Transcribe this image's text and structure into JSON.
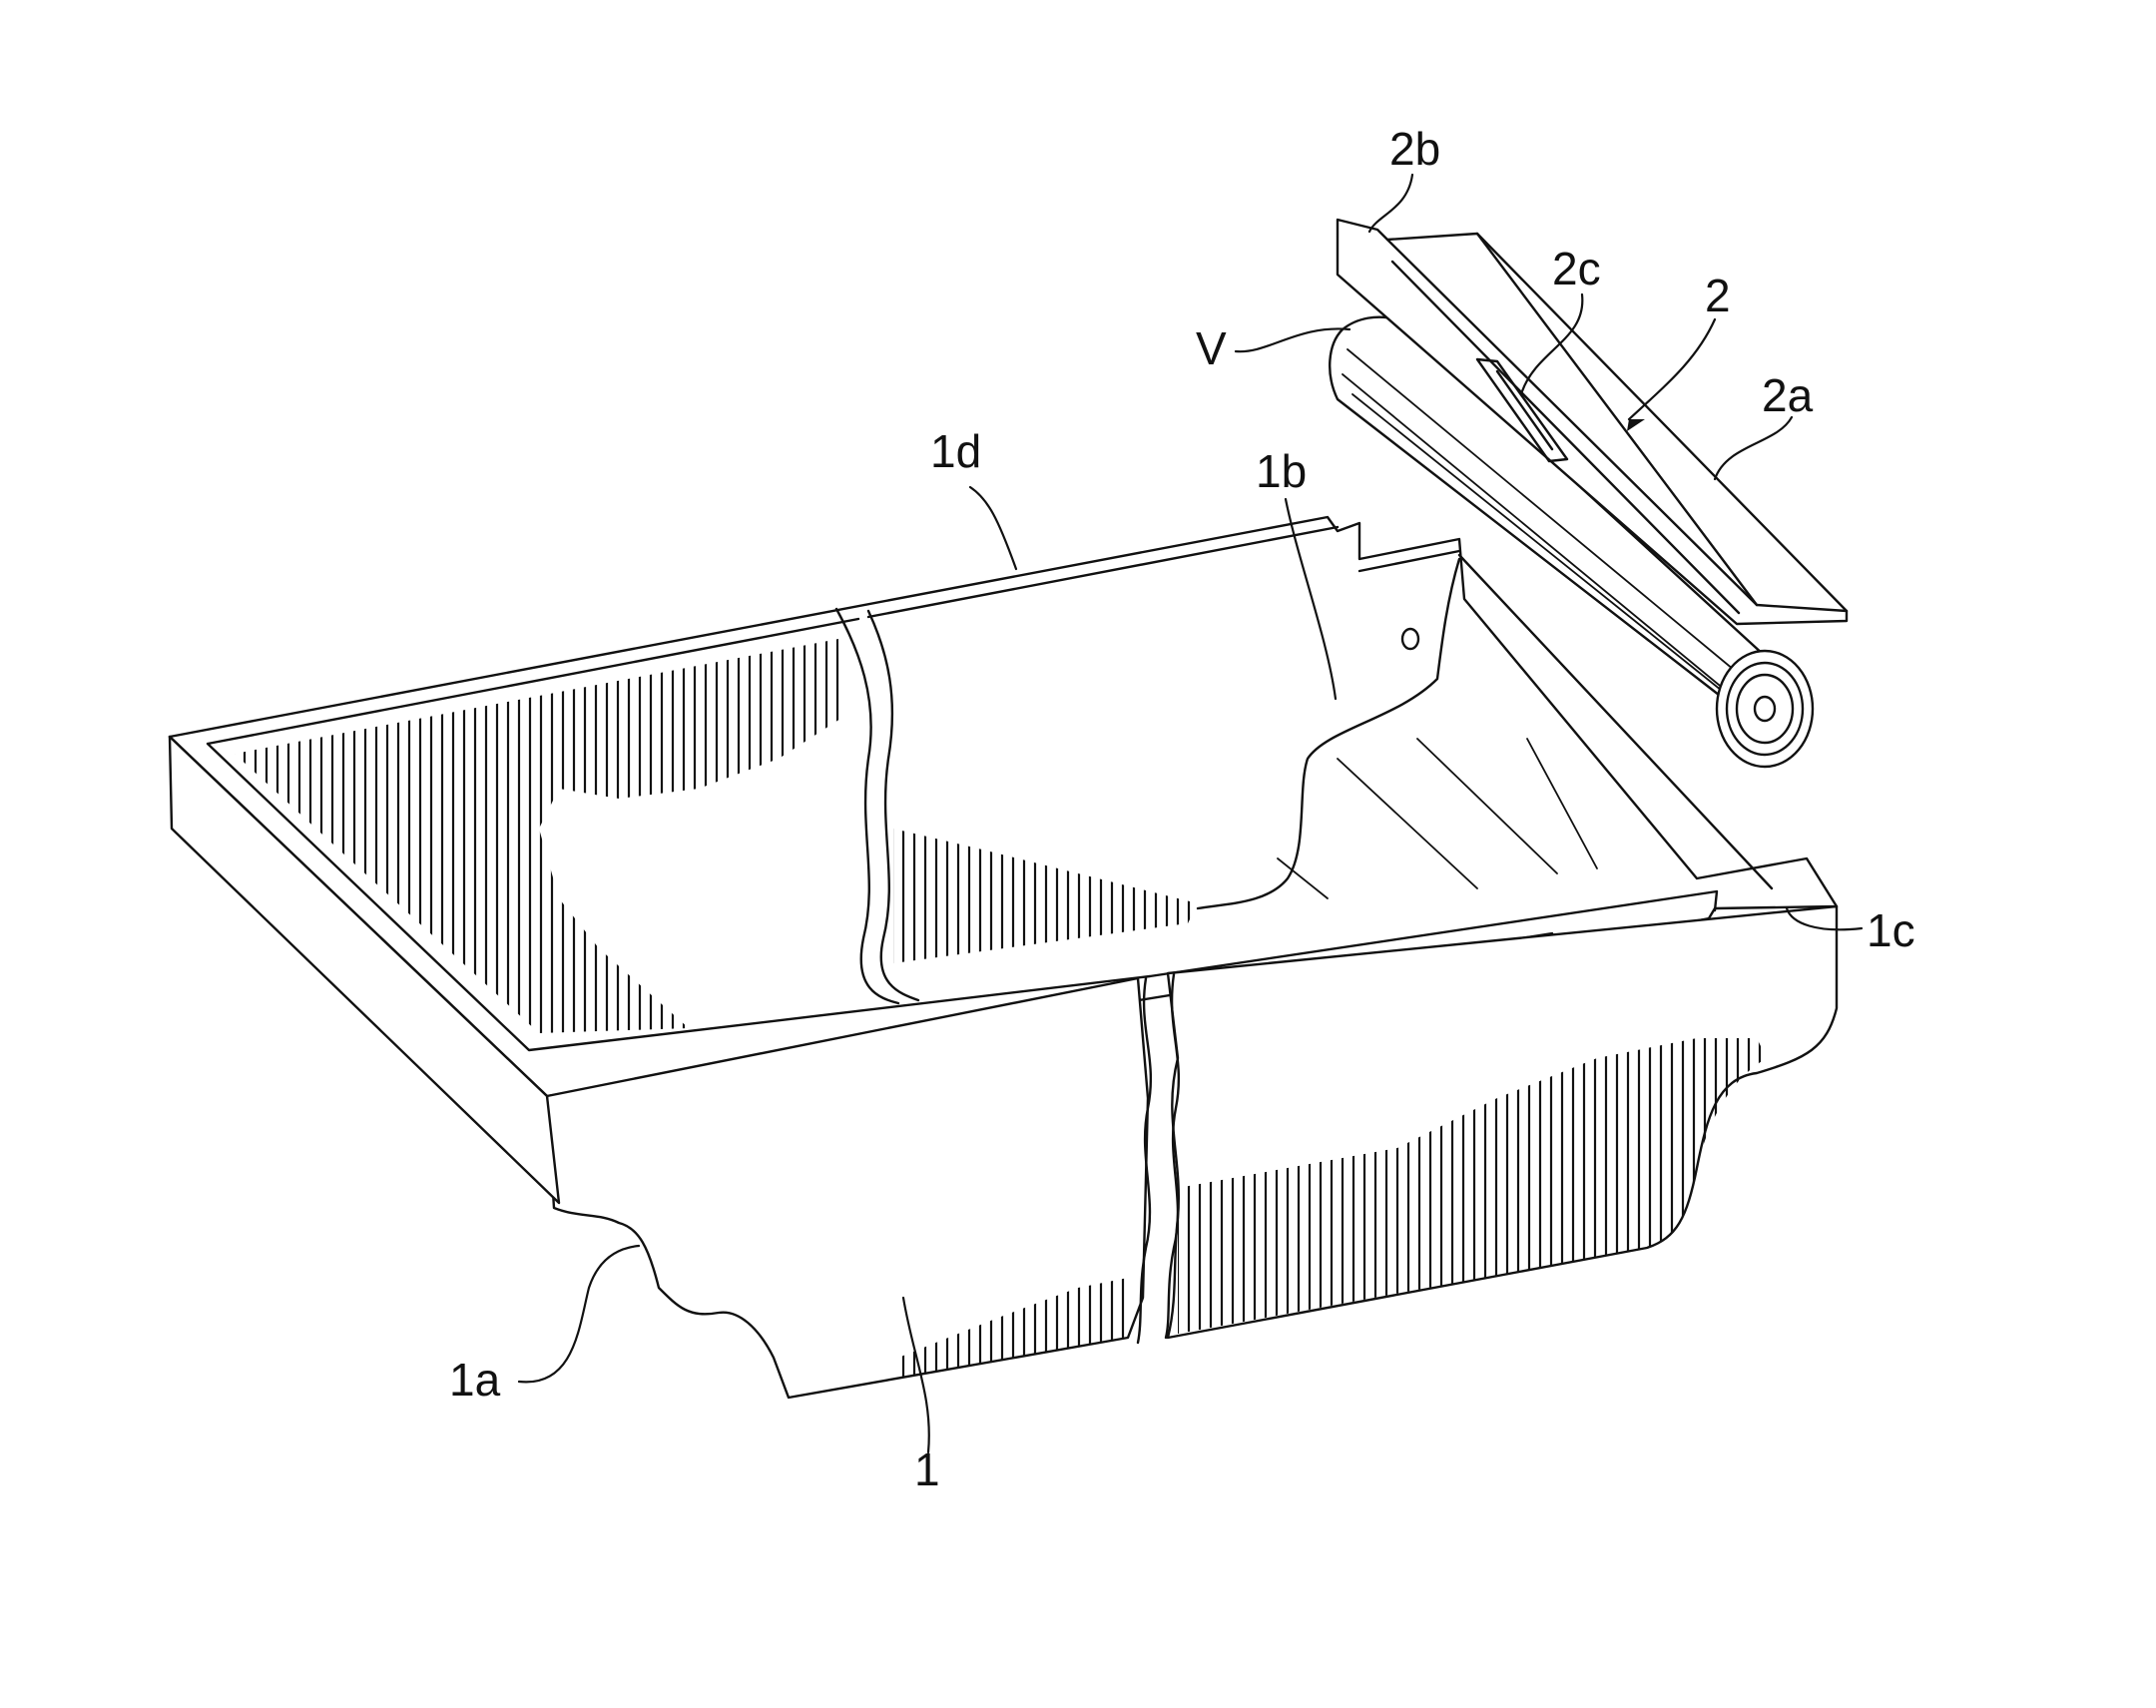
{
  "figure": {
    "reference_labels": {
      "tray": "1",
      "tray_side_1a": "1a",
      "tray_recess_1b": "1b",
      "tray_corner_1c": "1c",
      "tray_rim_1d": "1d",
      "cover": "2",
      "cover_flange_2a": "2a",
      "cover_edge_2b": "2b",
      "cover_window_2c": "2c",
      "roll": "V"
    }
  }
}
